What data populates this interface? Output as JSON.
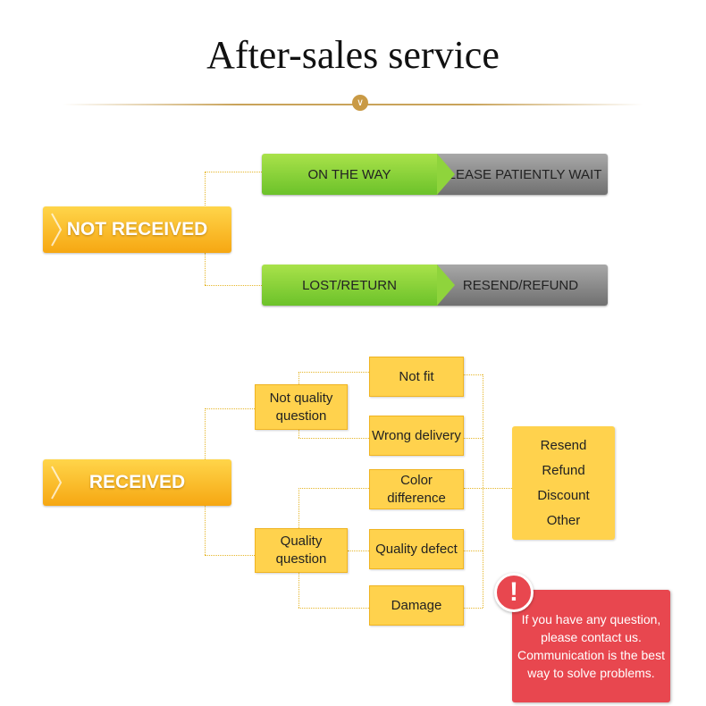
{
  "title": "After-sales service",
  "not_received": {
    "label": "NOT RECEIVED",
    "rows": [
      {
        "status": "ON THE WAY",
        "action": "PLEASE PATIENTLY WAIT"
      },
      {
        "status": "LOST/RETURN",
        "action": "RESEND/REFUND"
      }
    ]
  },
  "received": {
    "label": "RECEIVED",
    "categories": [
      {
        "label": "Not quality question",
        "line1": "Not quality",
        "line2": "question"
      },
      {
        "label": "Quality question"
      }
    ],
    "issues": [
      "Not fit",
      "Wrong delivery",
      "Color difference",
      "Quality defect",
      "Damage"
    ],
    "solutions": [
      "Resend",
      "Refund",
      "Discount",
      "Other"
    ]
  },
  "note": {
    "icon": "!",
    "lines": [
      "If you have any question,",
      "please contact us.",
      "Communication is the best",
      "way to solve problems."
    ]
  },
  "colors": {
    "yellow": "#ffd24d",
    "orange": "#f6a712",
    "green": "#8fd43c",
    "gray": "#8a8a8a",
    "red": "#e8474f"
  }
}
